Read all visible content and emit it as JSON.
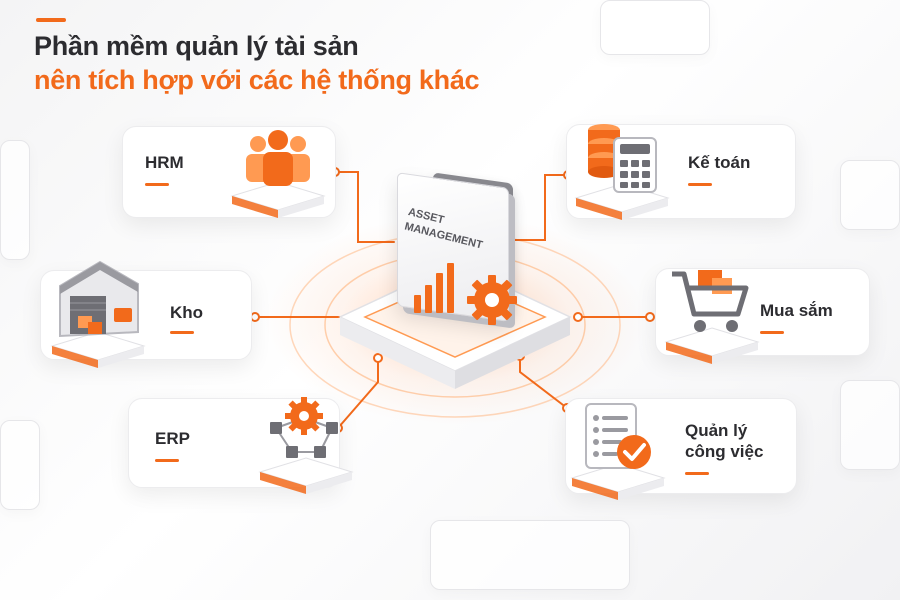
{
  "title": {
    "line1": "Phần mềm quản lý tài sản",
    "line2": "nên tích hợp với các hệ thống khác"
  },
  "hub": {
    "line1": "ASSET",
    "line2": "MANAGEMENT",
    "icons": [
      "bar-chart-icon",
      "gear-icon"
    ]
  },
  "nodes": {
    "hrm": {
      "label": "HRM",
      "icon": "people-icon"
    },
    "ke_toan": {
      "label": "Kế toán",
      "icon": "database-calculator-icon"
    },
    "kho": {
      "label": "Kho",
      "icon": "warehouse-icon"
    },
    "mua_sam": {
      "label": "Mua sắm",
      "icon": "shopping-cart-icon"
    },
    "erp": {
      "label": "ERP",
      "icon": "gear-network-icon"
    },
    "quan_ly_cong_viec": {
      "line1": "Quản lý",
      "line2": "công việc",
      "icon": "task-checklist-icon"
    }
  },
  "colors": {
    "accent": "#f26a1b",
    "accent_light": "#ff9a52",
    "text": "#2c2c30",
    "card_bg": "#ffffff",
    "gray_block": "#6e6e74"
  }
}
